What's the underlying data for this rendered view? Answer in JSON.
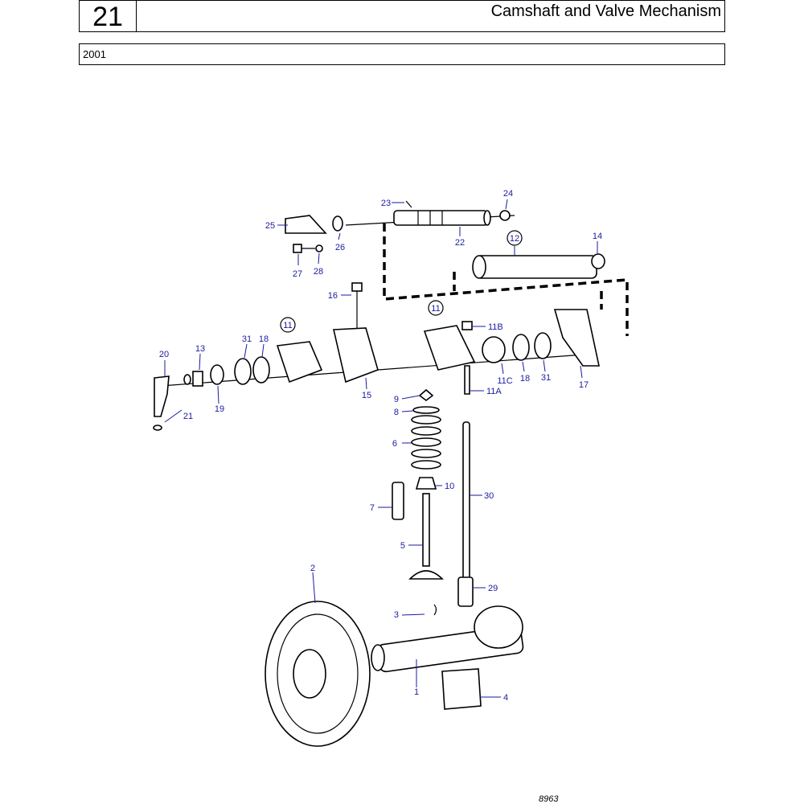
{
  "header": {
    "section_number": "21",
    "title": "Camshaft and Valve Mechanism",
    "year": "2001"
  },
  "footer": {
    "image_code": "8963"
  },
  "callouts": {
    "c1": "1",
    "c2": "2",
    "c3": "3",
    "c4": "4",
    "c5": "5",
    "c6": "6",
    "c7": "7",
    "c8": "8",
    "c9": "9",
    "c10": "10",
    "c11a": "11",
    "c11b": "11",
    "c11A": "11A",
    "c11B": "11B",
    "c11C": "11C",
    "c12": "12",
    "c13": "13",
    "c14": "14",
    "c15": "15",
    "c16": "16",
    "c17": "17",
    "c18a": "18",
    "c18b": "18",
    "c19": "19",
    "c20": "20",
    "c21": "21",
    "c22": "22",
    "c23": "23",
    "c24": "24",
    "c25": "25",
    "c26": "26",
    "c27": "27",
    "c28": "28",
    "c29": "29",
    "c30": "30",
    "c31a": "31",
    "c31b": "31"
  }
}
